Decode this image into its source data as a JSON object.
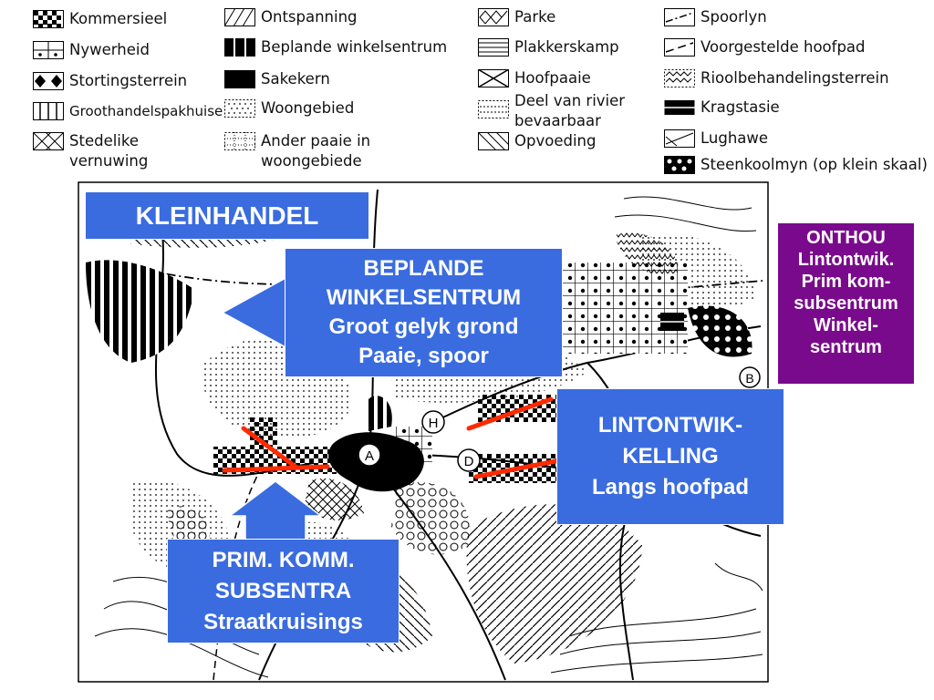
{
  "legend": {
    "col1": [
      "Kommersieel",
      "Nywerheid",
      "Stortingsterrein",
      "Groothandelspakhuise",
      "Stedelike",
      "vernuwing"
    ],
    "col2": [
      "Ontspanning",
      "Beplande winkelsentrum",
      "Sakekern",
      "Woongebied",
      "Ander paaie in",
      "woongebiede"
    ],
    "col3": [
      "Parke",
      "Plakkerskamp",
      "Hoofpaaie",
      "Deel van rivier",
      "bevaarbaar",
      "Opvoeding"
    ],
    "col4": [
      "Spoorlyn",
      "Voorgestelde hoofpad",
      "Rioolbehandelingsterrein",
      "Kragstasie",
      "Lughawe",
      "Steenkoolmyn (op klein skaal)"
    ]
  },
  "map": {
    "markers": [
      "A",
      "B",
      "D",
      "H"
    ]
  },
  "boxes": {
    "kleinhandel": "KLEINHANDEL",
    "beplande": [
      "BEPLANDE",
      "WINKELSENTRUM",
      "Groot gelyk grond",
      "Paaie, spoor"
    ],
    "lintontwikkeling": [
      "LINTONTWIK-",
      "KELLING",
      "Langs hoofpad"
    ],
    "prim": [
      "PRIM. KOMM.",
      "SUBSENTRA",
      "Straatkruisings"
    ],
    "onthou": [
      "ONTHOU",
      "Lintontwik.",
      "Prim kom-",
      "subsentrum",
      "Winkel-",
      "sentrum"
    ]
  },
  "colors": {
    "box_blue": "#3a6ce0",
    "onthou_purple": "#7a0a8c",
    "ribbon_red": "#ff2a00"
  }
}
